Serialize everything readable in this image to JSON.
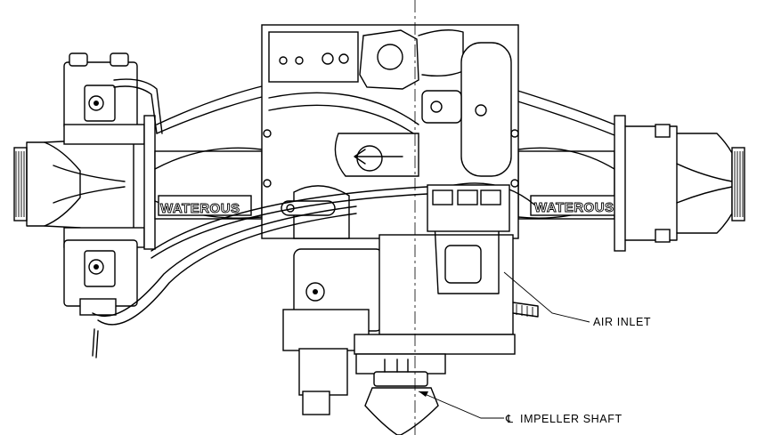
{
  "drawing": {
    "brand_left": "WATEROUS",
    "brand_right": "WATEROUS",
    "callouts": {
      "air_inlet": "AIR INLET",
      "centerline_symbol": "℄",
      "impeller_shaft": "IMPELLER SHAFT"
    }
  }
}
